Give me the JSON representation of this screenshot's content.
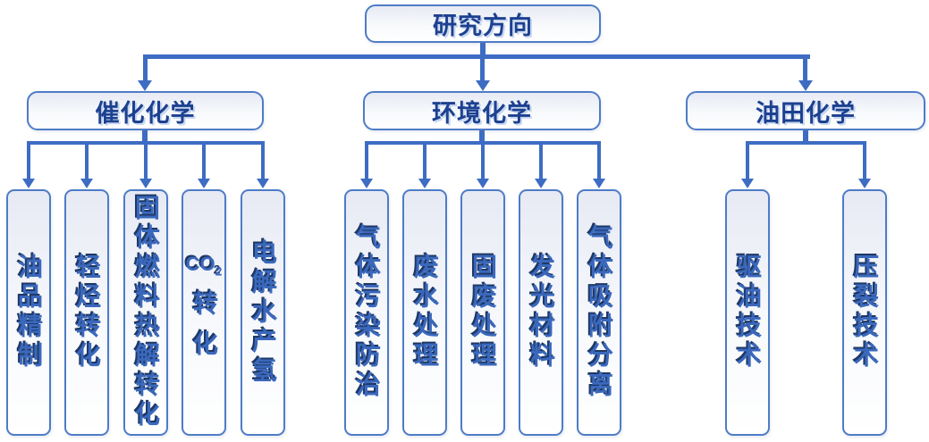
{
  "diagram": {
    "type": "org-chart",
    "accent_colors": {
      "connector_line": "#3D6CC3",
      "box_border": "#4E7CC7",
      "header_text": "#1D4190",
      "leaf_text": "#3A68BD",
      "box_fill_top": "#E7EAF4",
      "box_fill_bottom": "#FFFFFF"
    },
    "root": {
      "label": "研究方向"
    },
    "branches": [
      {
        "label": "催化化学",
        "children": [
          {
            "label": "油品精制"
          },
          {
            "label": "轻烃转化"
          },
          {
            "label": "固体燃料热解转化"
          },
          {
            "label": "CO₂转化",
            "formula_base": "CO",
            "formula_sub": "2",
            "suffix": "转化"
          },
          {
            "label": "电解水产氢"
          }
        ]
      },
      {
        "label": "环境化学",
        "children": [
          {
            "label": "气体污染防治"
          },
          {
            "label": "废水处理"
          },
          {
            "label": "固废处理"
          },
          {
            "label": "发光材料"
          },
          {
            "label": "气体吸附分离"
          }
        ]
      },
      {
        "label": "油田化学",
        "children": [
          {
            "label": "驱油技术"
          },
          {
            "label": "压裂技术"
          }
        ]
      }
    ]
  }
}
